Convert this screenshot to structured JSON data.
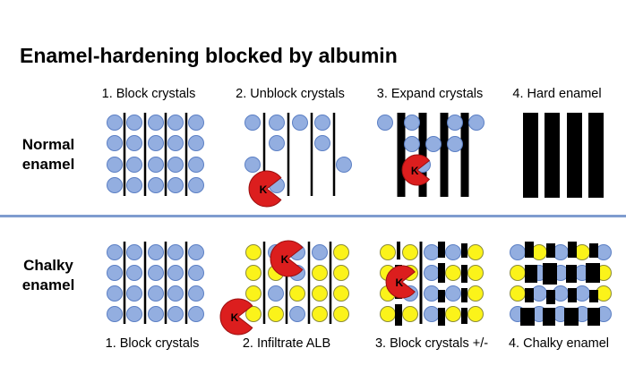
{
  "title": "Enamel-hardening blocked by albumin",
  "rows": {
    "normal": {
      "label_line1": "Normal",
      "label_line2": "enamel",
      "steps": [
        "1. Block crystals",
        "2. Unblock crystals",
        "3. Expand crystals",
        "4. Hard enamel"
      ]
    },
    "chalky": {
      "label_line1": "Chalky",
      "label_line2": "enamel",
      "steps": [
        "1. Block crystals",
        "2. Infiltrate ALB",
        "3. Block crystals +/-",
        "4. Chalky enamel"
      ]
    }
  },
  "marker_letter": "K",
  "colors": {
    "blue_ball": "#93aee0",
    "blue_ball_edge": "#5b7fc4",
    "yellow_ball": "#fbf31a",
    "yellow_ball_edge": "#8a8a3a",
    "enzyme": "#dc1e1e",
    "divider": "#7f9ccf"
  }
}
